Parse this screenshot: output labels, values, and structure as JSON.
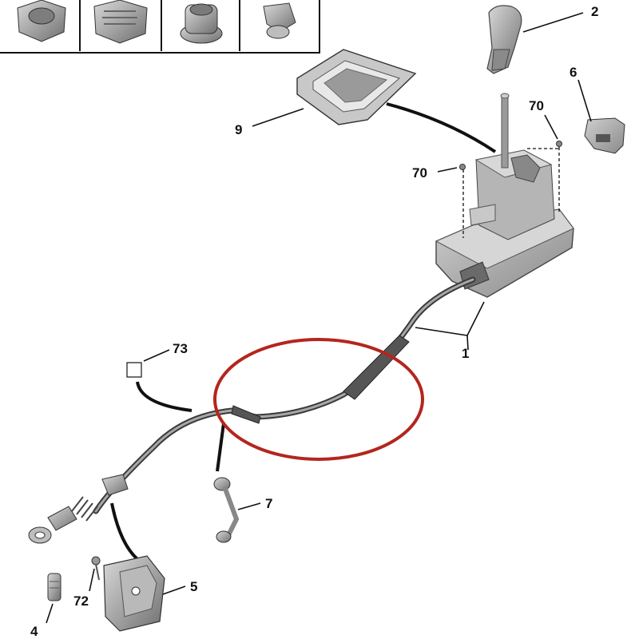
{
  "callouts": {
    "c1": "1",
    "c2": "2",
    "c4": "4",
    "c5": "5",
    "c6": "6",
    "c7": "7",
    "c9": "9",
    "c70a": "70",
    "c70b": "70",
    "c72": "72",
    "c73": "73"
  },
  "colors": {
    "highlight_ring": "#b3261e",
    "part_gray": "#9a9a9a",
    "line": "#111111"
  }
}
